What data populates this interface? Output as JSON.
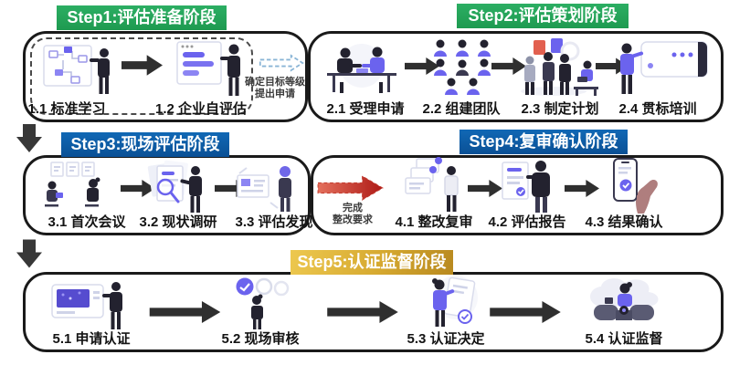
{
  "stages": [
    {
      "title": "Step1:评估准备阶段",
      "items": [
        {
          "label": "1.1 标准学习"
        },
        {
          "label": "1.2 企业自评估"
        }
      ]
    },
    {
      "title": "Step2:评估策划阶段",
      "items": [
        {
          "label": "2.1 受理申请"
        },
        {
          "label": "2.2 组建团队"
        },
        {
          "label": "2.3 制定计划"
        },
        {
          "label": "2.4 贯标培训"
        }
      ]
    },
    {
      "title": "Step3:现场评估阶段",
      "items": [
        {
          "label": "3.1 首次会议"
        },
        {
          "label": "3.2 现状调研"
        },
        {
          "label": "3.3 评估发现"
        }
      ]
    },
    {
      "title": "Step4:复审确认阶段",
      "items": [
        {
          "label": "4.1 整改复审"
        },
        {
          "label": "4.2 评估报告"
        },
        {
          "label": "4.3 结果确认"
        }
      ]
    },
    {
      "title": "Step5:认证监督阶段",
      "items": [
        {
          "label": "5.1 申请认证"
        },
        {
          "label": "5.2 现场审核"
        },
        {
          "label": "5.3 认证决定"
        },
        {
          "label": "5.4 认证监督"
        }
      ]
    }
  ],
  "connectors": {
    "apply": {
      "line1": "确定目标等级",
      "line2": "提出申请"
    },
    "rectify": {
      "line1": "完成",
      "line2": "整改要求"
    }
  },
  "icons": {
    "flow_arrow": "solid black right arrow",
    "long_flow_arrow": "long solid black right arrow",
    "down_arrow": "solid black down arrow",
    "dashed_arrow": "dashed blue outline right arrow",
    "red_arrow": "red gradient right arrow"
  },
  "colors": {
    "stage_green": "#21A257",
    "stage_blue": "#0D5FAD",
    "stage_gold": "#D6A930",
    "arrow_black": "#2F2F2F",
    "arrow_red_from": "#E4705C",
    "arrow_red_to": "#AE1A17",
    "arrow_dashed_blue": "#8AB5D6",
    "illustration_purple": "#6B63EE"
  }
}
